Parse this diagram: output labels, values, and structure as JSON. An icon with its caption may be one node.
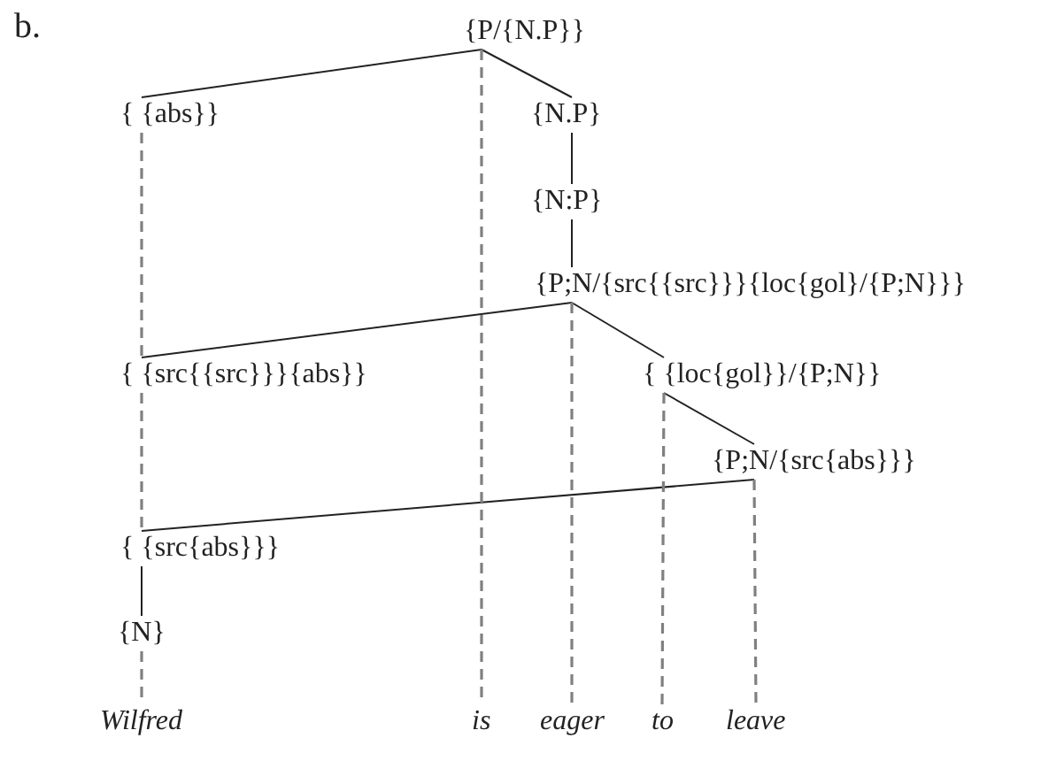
{
  "diagram": {
    "nodes": [
      {
        "text": [
          "{P/{N.P}}"
        ]
      },
      {
        "text": [
          "{ {abs}}"
        ]
      },
      {
        "text": [
          "{N.P}"
        ]
      },
      {
        "text": [
          "{N:P}"
        ]
      },
      {
        "text": [
          "{P;N/{src{{src}}}{loc{gol}/{P;N}}}"
        ]
      },
      {
        "text": [
          "{ {src{{src}}}{abs}}"
        ]
      },
      {
        "text": [
          "{ {loc{gol}}/{P;N}}"
        ]
      },
      {
        "text": [
          "{P;N/{src{abs}}}"
        ]
      },
      {
        "text": [
          "{ {src{abs}}}"
        ]
      },
      {
        "text": [
          "{N}"
        ]
      },
      {
        "text": [
          "Wilfred"
        ]
      },
      {
        "text": [
          "is"
        ]
      },
      {
        "text": [
          "eager"
        ]
      },
      {
        "text": [
          "to"
        ]
      },
      {
        "text": [
          "leave"
        ]
      }
    ],
    "edges": [
      {
        "from": 0,
        "to": 1,
        "arrow": "none"
      },
      {
        "from": 0,
        "to": 2,
        "arrow": "none"
      },
      {
        "from": 2,
        "to": 3,
        "arrow": "none"
      },
      {
        "from": 3,
        "to": 4,
        "arrow": "none"
      },
      {
        "from": 4,
        "to": 5,
        "arrow": "none"
      },
      {
        "from": 4,
        "to": 6,
        "arrow": "none"
      },
      {
        "from": 6,
        "to": 7,
        "arrow": "none"
      },
      {
        "from": 7,
        "to": 8,
        "arrow": "none"
      },
      {
        "from": 8,
        "to": 9,
        "arrow": "none"
      },
      {
        "from": 1,
        "to": 5,
        "arrow": "none",
        "style": "dashed",
        "color": "#808080"
      },
      {
        "from": 5,
        "to": 8,
        "arrow": "none",
        "style": "dashed",
        "color": "#808080"
      },
      {
        "from": 9,
        "to": 10,
        "arrow": "none",
        "style": "dashed",
        "color": "#808080"
      },
      {
        "from": 0,
        "to": 11,
        "arrow": "none",
        "style": "dashed",
        "color": "#808080"
      },
      {
        "from": 4,
        "to": 12,
        "arrow": "none",
        "style": "dashed",
        "color": "#808080"
      },
      {
        "from": 6,
        "to": 13,
        "arrow": "none",
        "style": "dashed",
        "color": "#808080"
      },
      {
        "from": 7,
        "to": 14,
        "arrow": "none",
        "style": "dashed",
        "color": "#808080"
      }
    ],
    "labels": [
      "b."
    ]
  }
}
